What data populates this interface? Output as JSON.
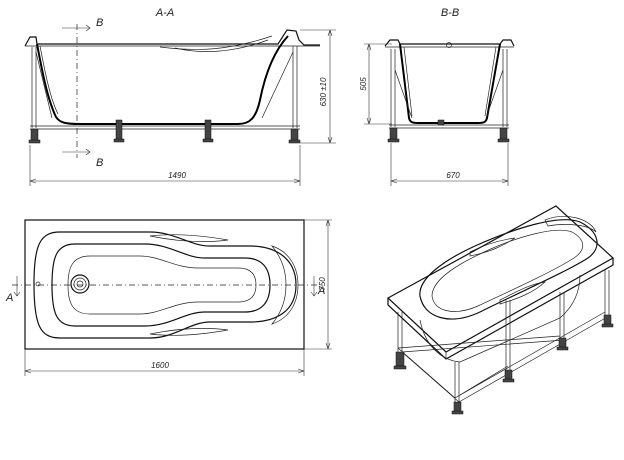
{
  "views": {
    "section_aa": {
      "title": "A-A"
    },
    "section_bb": {
      "title": "B-B"
    }
  },
  "section_markers": {
    "b_top": "B",
    "b_bottom": "B",
    "a_left": "A",
    "a_right": "A"
  },
  "dimensions": {
    "length_aa": "1490",
    "height_aa": "630 ±10",
    "depth_bb": "505",
    "width_bb": "670",
    "length_plan": "1600",
    "width_plan": "750"
  }
}
